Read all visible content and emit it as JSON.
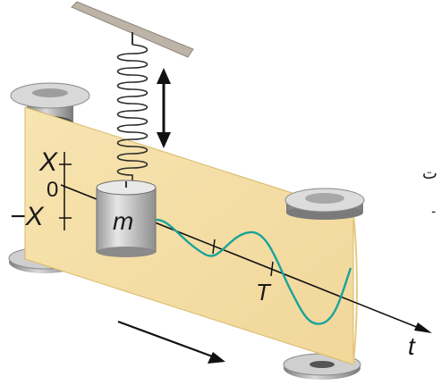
{
  "labels": {
    "amplitude_top": "X",
    "zero": "0",
    "amplitude_bottom": "−X",
    "mass": "m",
    "period": "T",
    "time": "t",
    "cut_text_1": "ت",
    "cut_text_2": "۔"
  },
  "colors": {
    "paper": "#f5dfa6",
    "paper_edge": "#d9b96a",
    "wave": "#1aa39a",
    "ceiling": "#b7ada1",
    "spring": "#333333",
    "mass": "#c8c8c8",
    "roller": "#a9a9a9",
    "ink": "#1a1a1a"
  },
  "icons": {
    "motion_arrow": "double-arrow-vertical",
    "paper_feed_arrow": "arrow-down-right"
  }
}
